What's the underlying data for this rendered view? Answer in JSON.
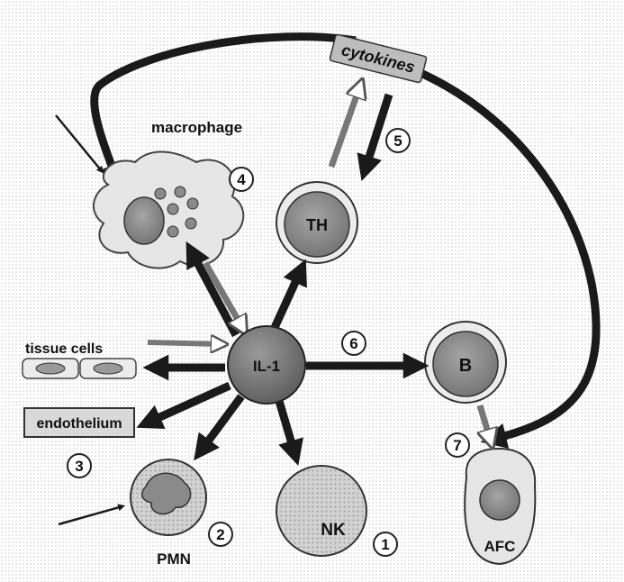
{
  "diagram": {
    "labels": {
      "cytokines": "cytokines",
      "macrophage": "macrophage",
      "tissue_cells": "tissue cells",
      "endothelium": "endothelium",
      "pmn": "PMN",
      "afc": "AFC"
    },
    "cells": {
      "il1": "IL-1",
      "th": "TH",
      "b": "B",
      "nk": "NK"
    },
    "numbers": {
      "n1": "1",
      "n2": "2",
      "n3": "3",
      "n4": "4",
      "n5": "5",
      "n6": "6",
      "n7": "7"
    },
    "colors": {
      "cell_fill": "#c4c4c4",
      "nucleus_fill": "#8f8f8f",
      "il1_fill": "#7d7d7d",
      "arrow": "#1a1a1a",
      "label_box": "#d9d9d9",
      "background": "#ffffff"
    }
  }
}
